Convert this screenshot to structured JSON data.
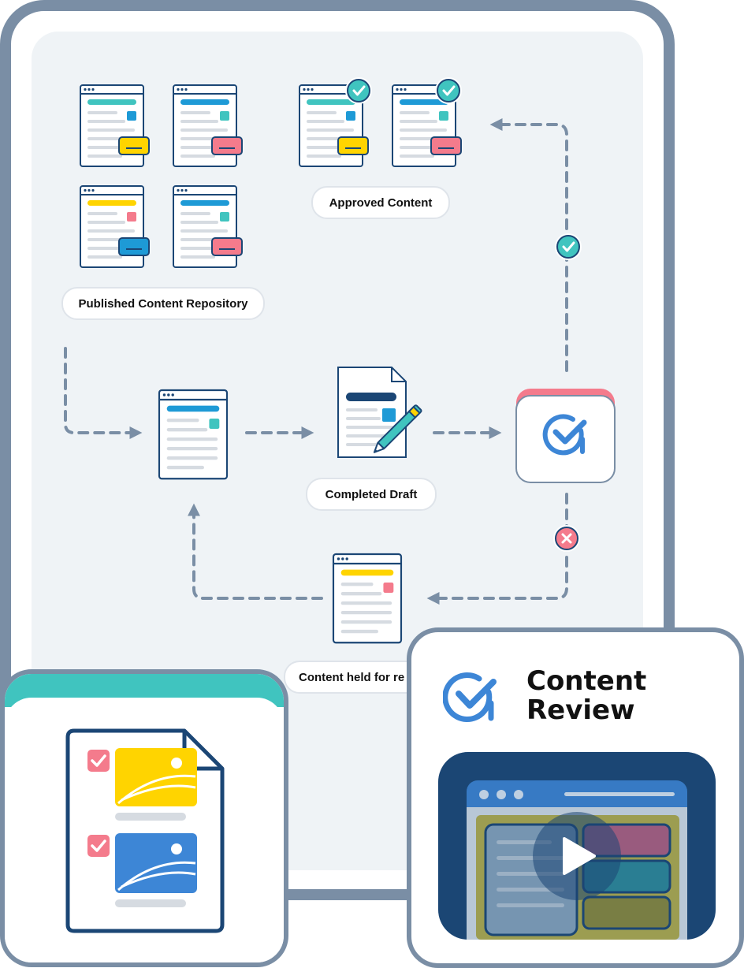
{
  "diagram": {
    "labels": {
      "published": "Published Content Repository",
      "approved": "Approved Content",
      "draft": "Completed Draft",
      "held": "Content held for re"
    }
  },
  "video_card": {
    "title_line1": "Content",
    "title_line2": "Review"
  },
  "colors": {
    "frame": "#7a8ea5",
    "teal": "#40c4bf",
    "blue": "#1e9ad6",
    "yellow": "#ffd400",
    "pink": "#f47b8c",
    "navy": "#1b4675",
    "arrow": "#7a8ea5"
  },
  "icons": [
    "check-circle-icon",
    "x-circle-icon",
    "review-check-icon",
    "pen-icon",
    "play-icon",
    "image-icon",
    "checkbox-icon"
  ]
}
